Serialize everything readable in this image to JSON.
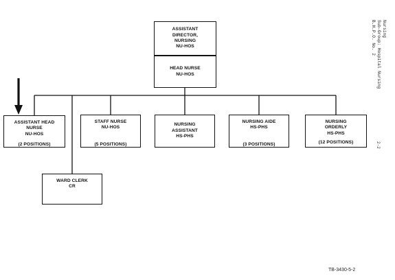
{
  "header": {
    "line1": "Nursing",
    "line2": "Sub-Group: Hospital Nursing",
    "line3": "B.H.P.O. No. 2"
  },
  "page_number": "2-2",
  "doc_id": "TB-3430-5-2",
  "chart": {
    "assistant_director": [
      "ASSISTANT",
      "DIRECTOR,",
      "NURSING",
      "NU-HOS"
    ],
    "head_nurse": [
      "HEAD NURSE",
      "NU-HOS"
    ],
    "assistant_head_nurse": [
      "ASSISTANT HEAD",
      "NURSE",
      "NU-HOS"
    ],
    "assistant_head_nurse_positions": "(2 POSITIONS)",
    "staff_nurse": [
      "STAFF NURSE",
      "NU-HOS"
    ],
    "staff_nurse_positions": "(5 POSITIONS)",
    "nursing_assistant": [
      "NURSING",
      "ASSISTANT",
      "HS-PHS"
    ],
    "nursing_aide": [
      "NURSING AIDE",
      "HS-PHS"
    ],
    "nursing_aide_positions": "(3 POSITIONS)",
    "nursing_orderly": [
      "NURSING",
      "ORDERLY",
      "HS-PHS"
    ],
    "nursing_orderly_positions": "(12 POSITIONS)",
    "ward_clerk": [
      "WARD CLERK",
      "CR"
    ]
  }
}
